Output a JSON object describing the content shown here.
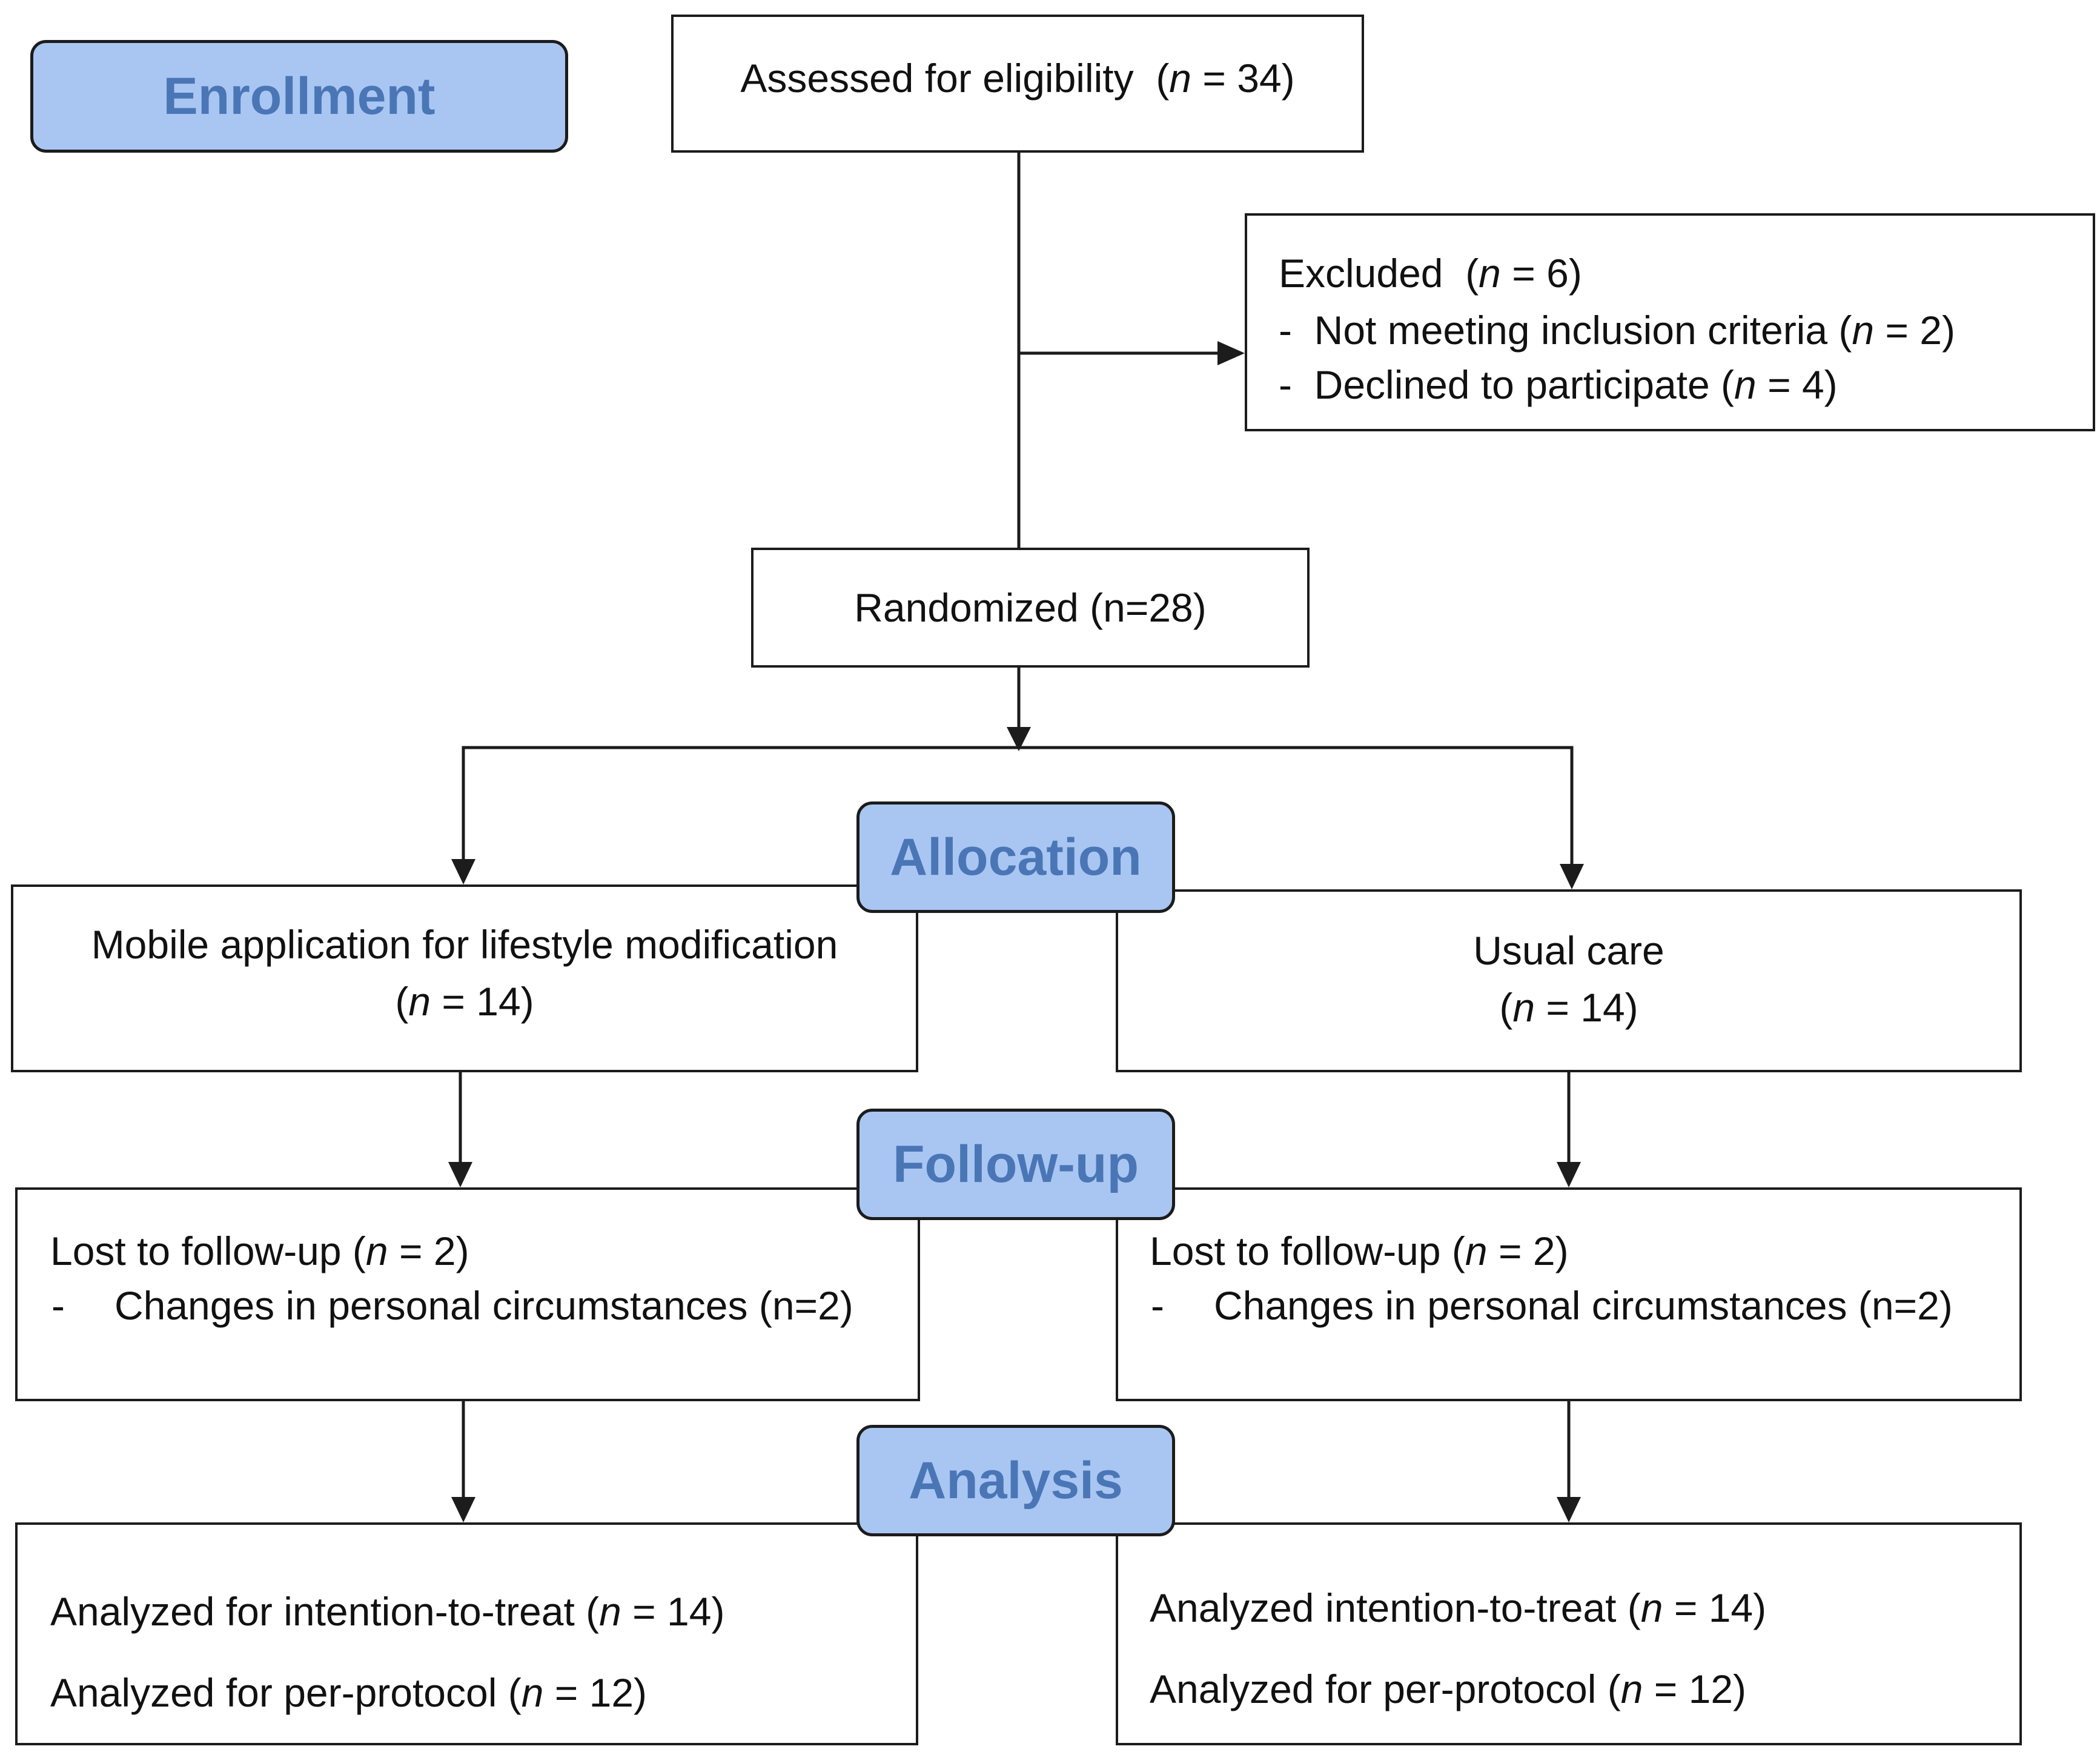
{
  "stages": {
    "enrollment": "Enrollment",
    "allocation": "Allocation",
    "follow_up": "Follow-up",
    "analysis": "Analysis"
  },
  "assessed": {
    "label": "Assessed for eligibility",
    "n_sym": "n",
    "n_val": " = 34)"
  },
  "excluded": {
    "title": "Excluded",
    "title_n": " = 6)",
    "items": [
      {
        "dash": "-",
        "text": "Not meeting inclusion criteria (",
        "n_val": " = 2)"
      },
      {
        "dash": "-",
        "text": "Declined to participate (",
        "n_val": " = 4)"
      }
    ]
  },
  "randomized": {
    "label": "Randomized (n=28)"
  },
  "arms": {
    "left": {
      "allocation_label": "Mobile application for lifestyle modification",
      "allocation_n": " = 14)",
      "followup_title": "Lost to follow-up (",
      "followup_n": " = 2)",
      "followup_reason_dash": "-",
      "followup_reason": "Changes in personal circumstances (n=2)",
      "analysis_itt": "Analyzed for intention-to-treat (",
      "analysis_itt_n": " = 14)",
      "analysis_pp": "Analyzed for per-protocol (",
      "analysis_pp_n": " = 12)"
    },
    "right": {
      "allocation_label": "Usual care",
      "allocation_n": " = 14)",
      "followup_title": "Lost to follow-up (",
      "followup_n": " = 2)",
      "followup_reason_dash": "-",
      "followup_reason": "Changes in personal circumstances (n=2)",
      "analysis_itt": "Analyzed intention-to-treat (",
      "analysis_itt_n": " = 14)",
      "analysis_pp": "Analyzed for per-protocol (",
      "analysis_pp_n": " = 12)"
    }
  },
  "colors": {
    "stage_fill": "#a9c6f2",
    "stage_text": "#4a76b6",
    "stroke": "#1c1c1c"
  }
}
